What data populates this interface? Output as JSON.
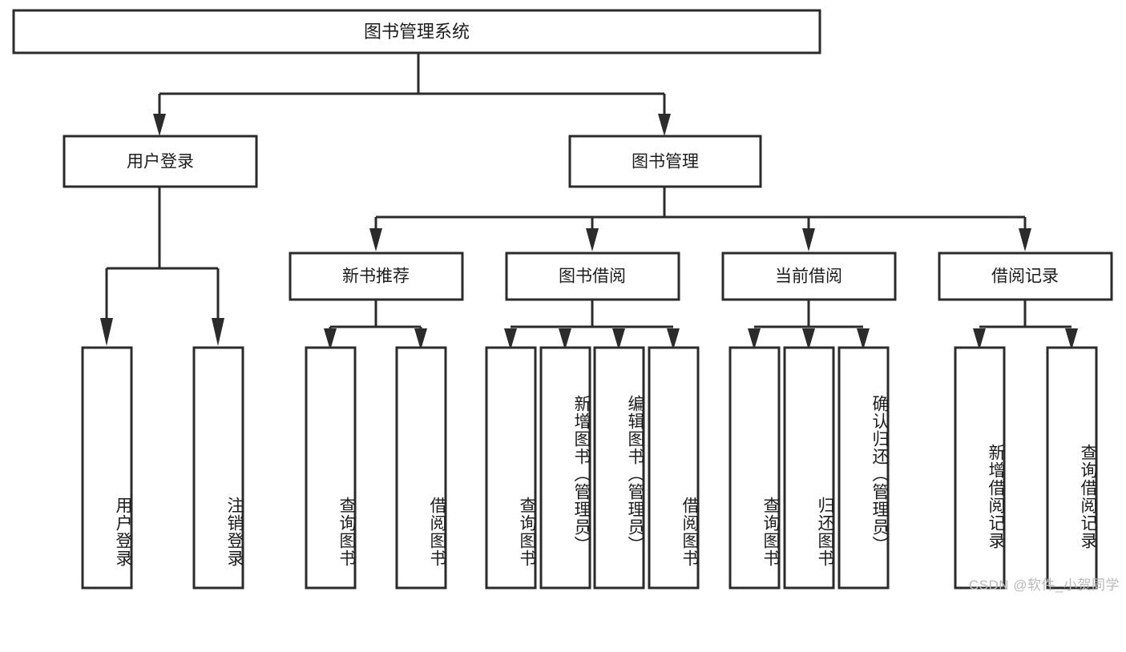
{
  "diagram": {
    "title": "图书管理系统",
    "type": "hierarchy-tree",
    "watermark": "CSDN @软件_小贺同学",
    "colors": {
      "stroke": "#2b2b2b",
      "fill": "#ffffff",
      "text": "#1c1c1c",
      "watermark": "#b9b9b9"
    },
    "levels": {
      "root": {
        "label": "图书管理系统"
      },
      "level2": [
        {
          "id": "user-login",
          "label": "用户登录"
        },
        {
          "id": "book-management",
          "label": "图书管理"
        }
      ],
      "level3": [
        {
          "id": "new-book-recommend",
          "label": "新书推荐"
        },
        {
          "id": "book-borrow",
          "label": "图书借阅"
        },
        {
          "id": "current-borrow",
          "label": "当前借阅"
        },
        {
          "id": "borrow-record",
          "label": "借阅记录"
        }
      ],
      "leaves": {
        "user-login": [
          {
            "id": "leaf-user-login",
            "label": "用户登录"
          },
          {
            "id": "leaf-logout",
            "label": "注销登录"
          }
        ],
        "new-book-recommend": [
          {
            "id": "leaf-query-book-1",
            "label": "查询图书"
          },
          {
            "id": "leaf-borrow-book-1",
            "label": "借阅图书"
          }
        ],
        "book-borrow": [
          {
            "id": "leaf-query-book-2",
            "label": "查询图书"
          },
          {
            "id": "leaf-add-book",
            "label": "新增图书（管理员）"
          },
          {
            "id": "leaf-edit-book",
            "label": "编辑图书（管理员）"
          },
          {
            "id": "leaf-borrow-book-2",
            "label": "借阅图书"
          }
        ],
        "current-borrow": [
          {
            "id": "leaf-query-book-3",
            "label": "查询图书"
          },
          {
            "id": "leaf-return-book",
            "label": "归还图书"
          },
          {
            "id": "leaf-confirm-return",
            "label": "确认归还（管理员）"
          }
        ],
        "borrow-record": [
          {
            "id": "leaf-add-record",
            "label": "新增借阅记录"
          },
          {
            "id": "leaf-query-record",
            "label": "查询借阅记录"
          }
        ]
      }
    }
  }
}
